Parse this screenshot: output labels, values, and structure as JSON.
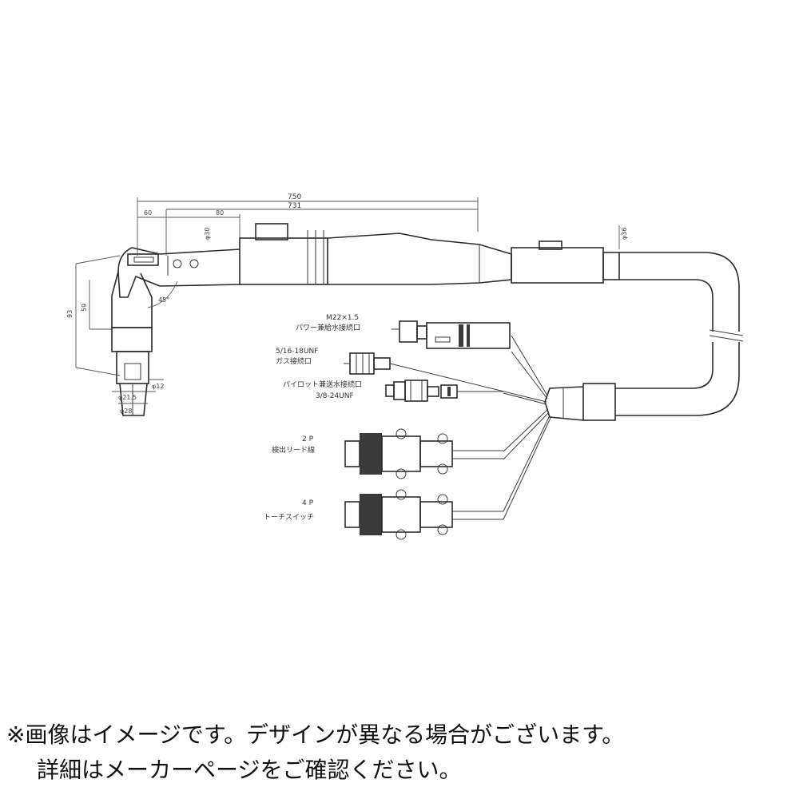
{
  "dimensions": {
    "overall_length": "750",
    "length_2": "731",
    "neck_1": "60",
    "neck_2": "80",
    "neck_dia": "φ30",
    "hose_dia": "φ36",
    "angle": "45°",
    "nozzle_a": "φ12",
    "nozzle_b": "φ21.5",
    "nozzle_c": "φ28",
    "height_1": "93",
    "height_2": "59"
  },
  "connectors": [
    {
      "spec": "M22×1.5",
      "name": "パワー兼給水接続口"
    },
    {
      "spec": "5/16-18UNF",
      "name": "ガス接続口"
    },
    {
      "spec": "パイロット兼送水接続口",
      "name": "3/8-24UNF"
    },
    {
      "spec": "2 P",
      "name": "検出リード線"
    },
    {
      "spec": "4 P",
      "name": "トーチスイッチ"
    }
  ],
  "notice": {
    "line1": "※画像はイメージです。デザインが異なる場合がございます。",
    "line2": "詳細はメーカーページをご確認ください。"
  }
}
